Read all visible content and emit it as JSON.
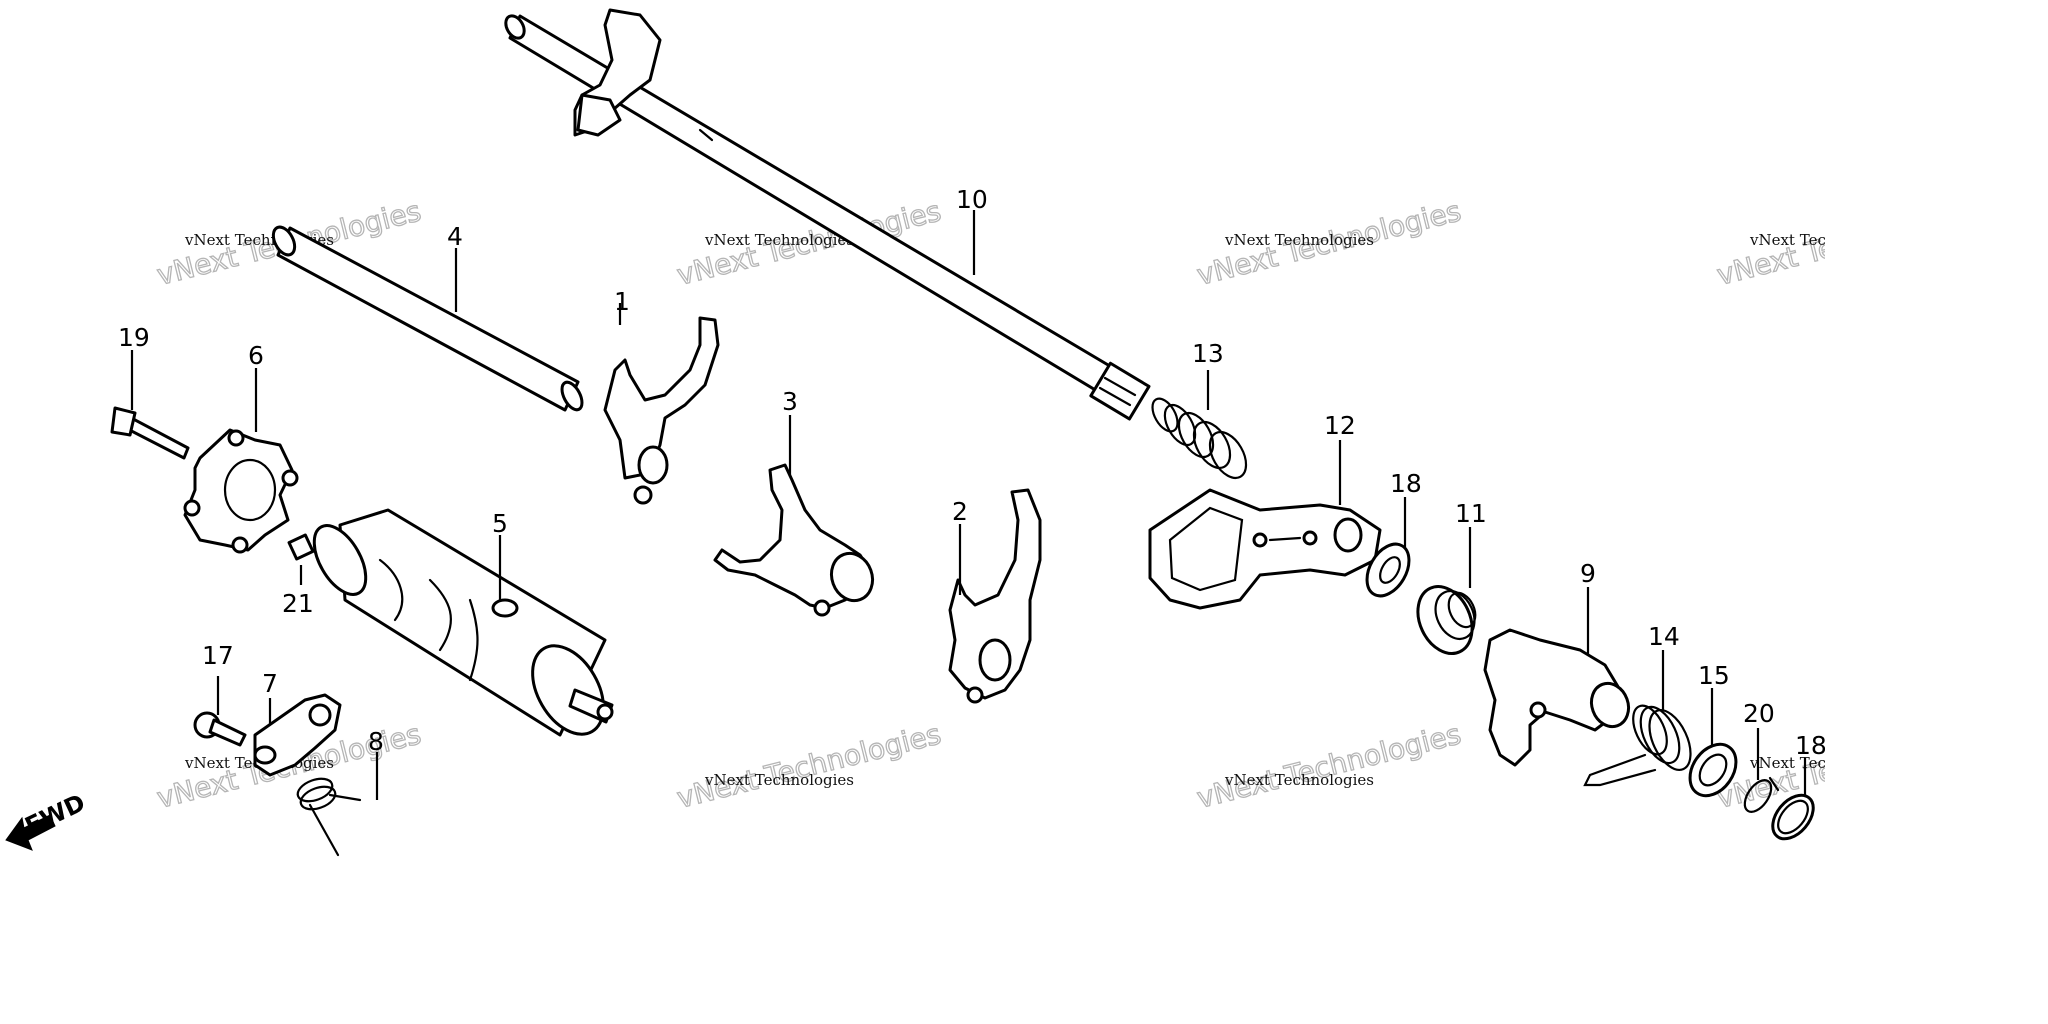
{
  "diagram": {
    "callouts": [
      "1",
      "2",
      "3",
      "4",
      "5",
      "6",
      "7",
      "8",
      "9",
      "10",
      "11",
      "12",
      "13",
      "14",
      "15",
      "17",
      "18",
      "18",
      "19",
      "20",
      "21"
    ],
    "direction_label": "FWD",
    "watermark": {
      "line1": "vNext Technologies",
      "line2": "vNext Technologies"
    },
    "colors": {
      "ink": "#000000",
      "watermark": "#b5b5b5",
      "background": "#ffffff"
    }
  }
}
